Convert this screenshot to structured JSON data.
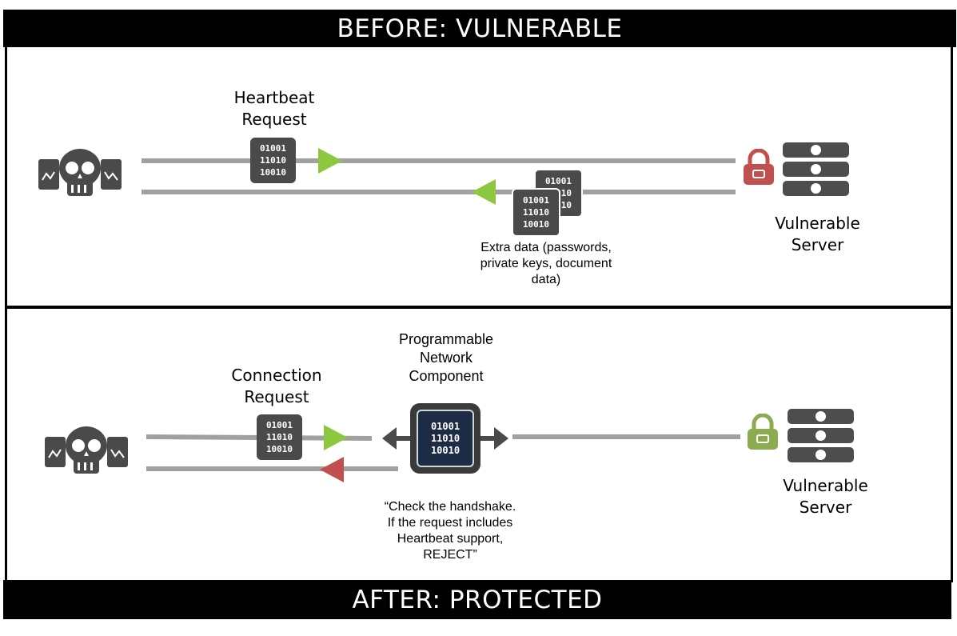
{
  "header": {
    "title": "BEFORE: VULNERABLE"
  },
  "footer": {
    "title": "AFTER: PROTECTED"
  },
  "before": {
    "request_label_1": "Heartbeat",
    "request_label_2": "Request",
    "binary": [
      "01001",
      "11010",
      "10010"
    ],
    "server_label_1": "Vulnerable",
    "server_label_2": "Server",
    "extra_data_1": "Extra data (passwords,",
    "extra_data_2": "private keys, document",
    "extra_data_3": "data)",
    "lock_color": "#c0504d",
    "arrow_color": "#8dc63f"
  },
  "after": {
    "request_label_1": "Connection",
    "request_label_2": "Request",
    "binary": [
      "01001",
      "11010",
      "10010"
    ],
    "component_label_1": "Programmable",
    "component_label_2": "Network",
    "component_label_3": "Component",
    "server_label_1": "Vulnerable",
    "server_label_2": "Server",
    "note_1": "“Check the handshake.",
    "note_2": "If the request includes",
    "note_3": "Heartbeat support,",
    "note_4": "REJECT”",
    "lock_color": "#8aab4e",
    "reject_color": "#c0504d"
  },
  "icons": [
    "hacker-skull-icon",
    "lock-icon",
    "server-icon",
    "binary-data-icon",
    "network-component-icon"
  ]
}
